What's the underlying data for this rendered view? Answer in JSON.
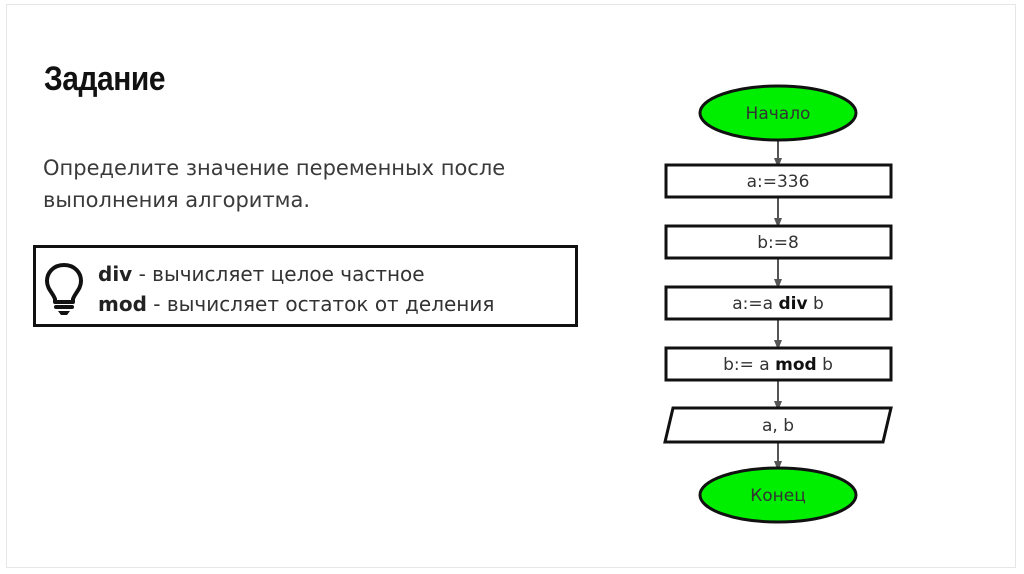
{
  "slide": {
    "title": "Задание",
    "task_line1": "Определите значение переменных после",
    "task_line2": "выполнения алгоритма."
  },
  "hint": {
    "icon": "lightbulb-icon",
    "line1_keyword": "div",
    "line1_text": " - вычисляет целое частное",
    "line2_keyword": "mod",
    "line2_text": " - вычисляет остаток от деления"
  },
  "flowchart": {
    "start_label": "Начало",
    "step1": "a:=336",
    "step2": "b:=8",
    "step3_pre": "a:=a ",
    "step3_kw": "div",
    "step3_post": " b",
    "step4_pre": "b:= a ",
    "step4_kw": "mod",
    "step4_post": " b",
    "output_label": "a, b",
    "end_label": "Конец"
  },
  "colors": {
    "terminal_fill": "#00ee00",
    "stroke": "#111111",
    "arrow": "#555555"
  }
}
